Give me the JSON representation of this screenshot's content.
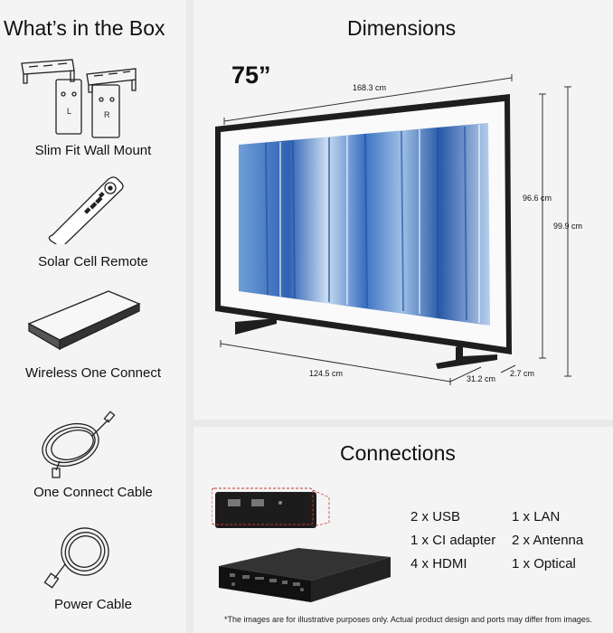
{
  "box": {
    "title": "What’s in the Box",
    "items": [
      {
        "label": "Slim Fit Wall Mount",
        "icon": "wall-mount-icon",
        "markings": [
          "L",
          "R"
        ]
      },
      {
        "label": "Solar Cell Remote",
        "icon": "remote-icon"
      },
      {
        "label": "Wireless One Connect",
        "icon": "one-connect-box-icon"
      },
      {
        "label": "One Connect Cable",
        "icon": "cable-coil-icon"
      },
      {
        "label": "Power Cable",
        "icon": "power-cable-icon"
      }
    ]
  },
  "dimensions": {
    "title": "Dimensions",
    "size": "75”",
    "width": "168.3 cm",
    "screen_height": "96.6 cm",
    "total_height": "99.9 cm",
    "stand_width": "124.5 cm",
    "stand_depth": "31.2 cm",
    "panel_depth": "2.7 cm"
  },
  "connections": {
    "title": "Connections",
    "specs": [
      {
        "count": "2 x",
        "name": "USB"
      },
      {
        "count": "1 x",
        "name": "LAN"
      },
      {
        "count": "1 x",
        "name": "CI adapter"
      },
      {
        "count": "2 x",
        "name": "Antenna"
      },
      {
        "count": "4 x",
        "name": "HDMI"
      },
      {
        "count": "1 x",
        "name": "Optical"
      }
    ],
    "note": "*The images are for illustrative purposes only. Actual product design and ports may differ from images."
  },
  "colors": {
    "background": "#e9e9e9",
    "panel": "#f4f4f4",
    "frame": "#222222",
    "screen_blue": "#3f78c4"
  }
}
